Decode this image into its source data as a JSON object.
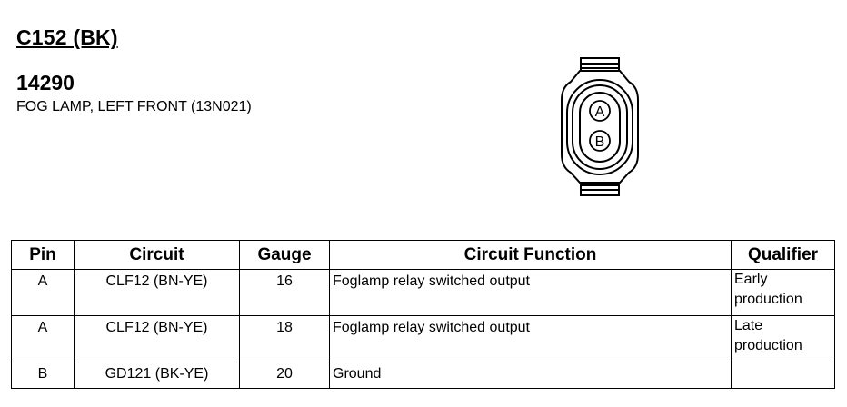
{
  "header": {
    "connector_id": "C152 (BK)",
    "part_number": "14290",
    "description": "FOG LAMP, LEFT FRONT (13N021)"
  },
  "connector": {
    "pin_a": "A",
    "pin_b": "B"
  },
  "table": {
    "headers": {
      "pin": "Pin",
      "circuit": "Circuit",
      "gauge": "Gauge",
      "function": "Circuit Function",
      "qualifier": "Qualifier"
    },
    "rows": [
      {
        "pin": "A",
        "circuit": "CLF12 (BN-YE)",
        "gauge": "16",
        "function": "Foglamp relay switched output",
        "qualifier_line1": "Early",
        "qualifier_line2": "production"
      },
      {
        "pin": "A",
        "circuit": "CLF12 (BN-YE)",
        "gauge": "18",
        "function": "Foglamp relay switched output",
        "qualifier_line1": "Late",
        "qualifier_line2": "production"
      },
      {
        "pin": "B",
        "circuit": "GD121 (BK-YE)",
        "gauge": "20",
        "function": "Ground",
        "qualifier_line1": "",
        "qualifier_line2": ""
      }
    ]
  }
}
